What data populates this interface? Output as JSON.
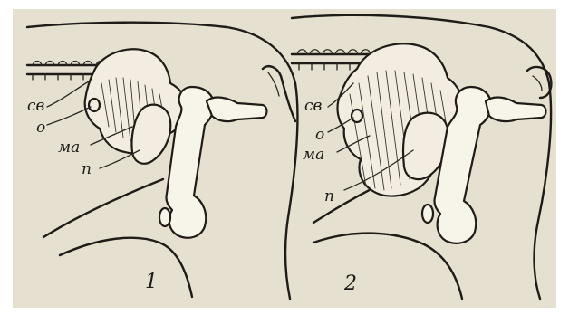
{
  "panels": [
    {
      "number": "1",
      "labels": {
        "sv": "св",
        "o": "о",
        "ma": "ма",
        "p": "п"
      }
    },
    {
      "number": "2",
      "labels": {
        "sv": "св",
        "o": "о",
        "ma": "ма",
        "p": "п"
      }
    }
  ],
  "colors": {
    "paper": "#e8e2d2",
    "ink": "#1f1c18"
  }
}
